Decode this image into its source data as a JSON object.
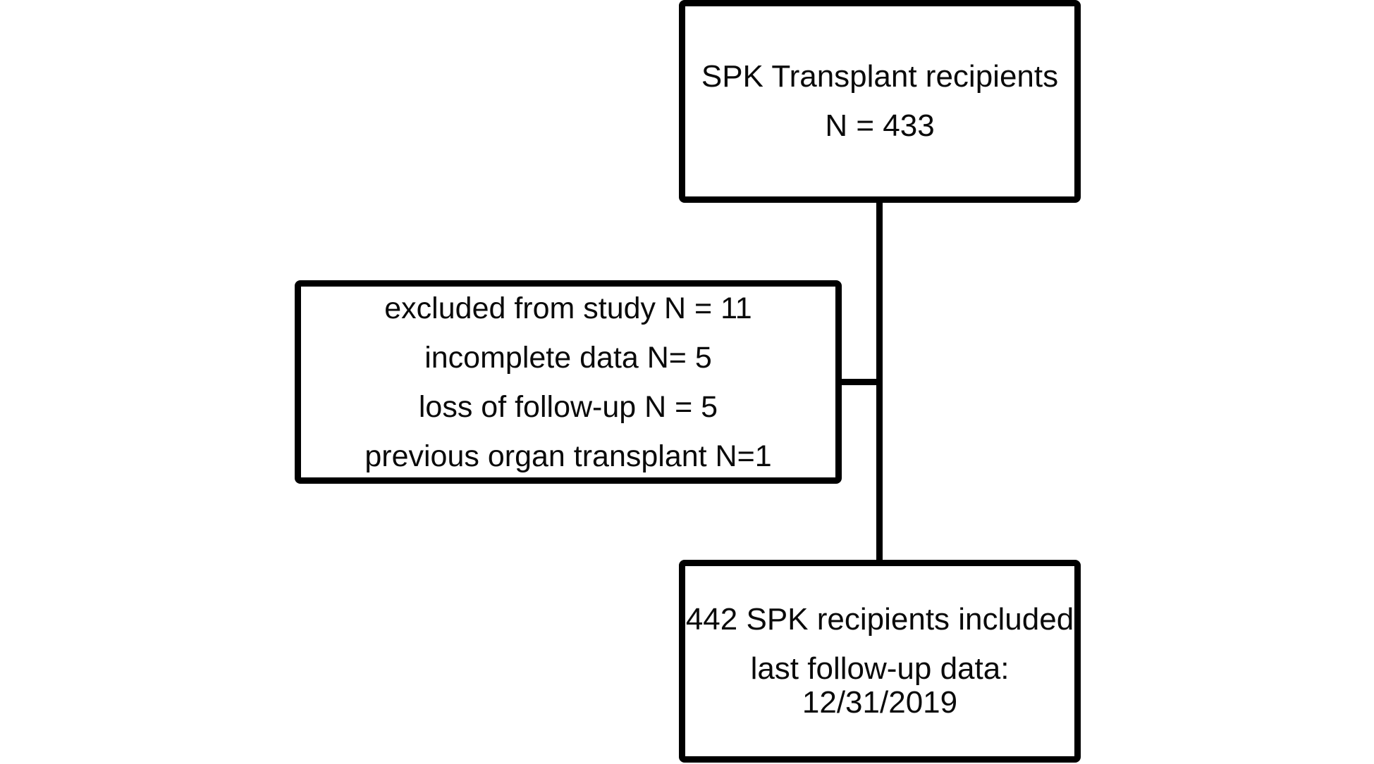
{
  "diagram": {
    "background_color": "#ffffff",
    "line_color": "#000000",
    "text_color": "#0a0a0a",
    "top_box": {
      "lines": [
        "SPK Transplant recipients",
        "N = 433"
      ]
    },
    "excluded_box": {
      "lines": [
        "excluded from study N = 11",
        "incomplete data N= 5",
        "loss of follow-up N = 5",
        "previous organ transplant N=1"
      ]
    },
    "bottom_box": {
      "lines": [
        "442 SPK recipients included",
        "last follow-up data:",
        "12/31/2019"
      ]
    }
  }
}
